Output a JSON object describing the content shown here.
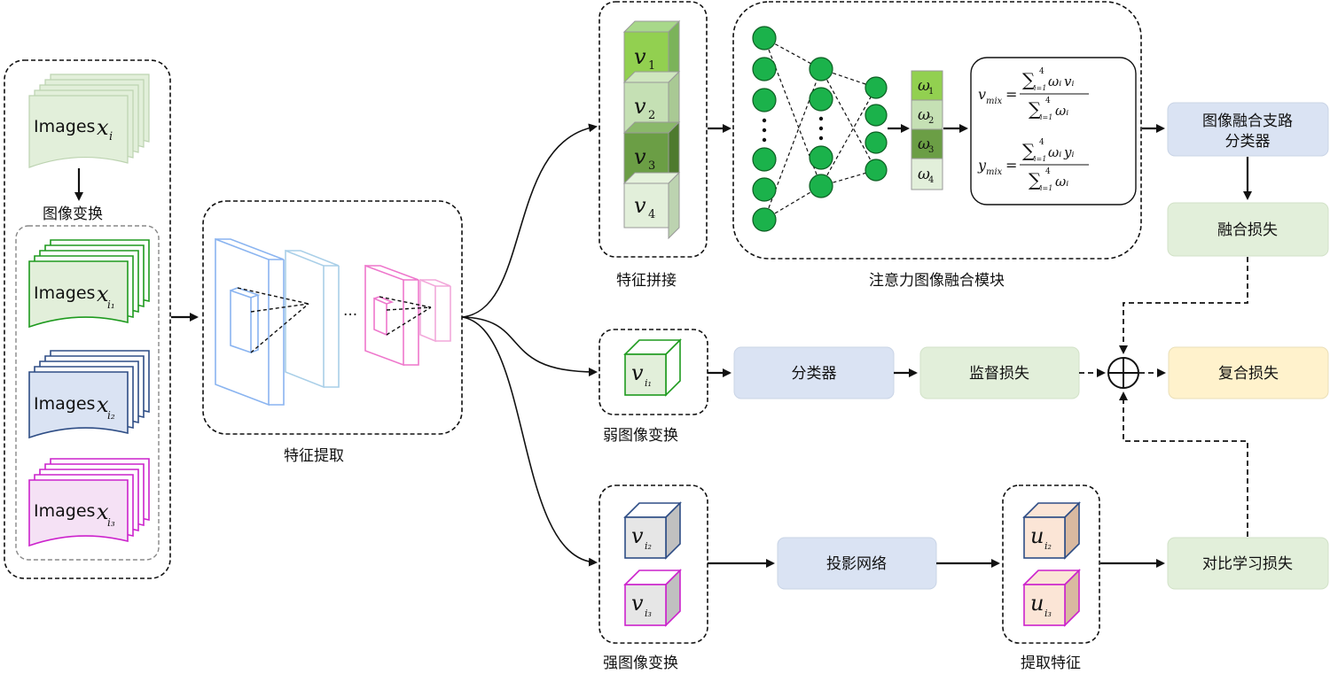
{
  "labels": {
    "image_transform": "图像变换",
    "feature_extract": "特征提取",
    "feature_concat": "特征拼接",
    "attention_module": "注意力图像融合模块",
    "weak_transform": "弱图像变换",
    "strong_transform": "强图像变换",
    "extract_features": "提取特征"
  },
  "boxes": {
    "fusion_classifier_line1": "图像融合支路",
    "fusion_classifier_line2": "分类器",
    "fusion_loss": "融合损失",
    "classifier": "分类器",
    "supervised_loss": "监督损失",
    "composite_loss": "复合损失",
    "projection_net": "投影网络",
    "contrastive_loss": "对比学习损失"
  },
  "images": {
    "word": "Images",
    "var": "x",
    "sub_main": "i",
    "sub_1": "i₁",
    "sub_2": "i₂",
    "sub_3": "i₃"
  },
  "symbols": {
    "v": "v",
    "u": "u",
    "omega": "ω",
    "sub1": "1",
    "sub2": "2",
    "sub3": "3",
    "sub4": "4",
    "sub_i1": "i₁",
    "sub_i2": "i₂",
    "sub_i3": "i₃"
  },
  "formula": {
    "vmix": "v",
    "ymix": "y",
    "mix": "mix",
    "equals": "=",
    "sum": "∑",
    "sum_lower": "i=1",
    "sum_upper": "4",
    "omega_i": "ωᵢ",
    "v_i": "vᵢ",
    "y_i": "yᵢ"
  },
  "colors": {
    "green_dark": "#1e9a1e",
    "blue_dark": "#2e4d85",
    "magenta": "#cc22cc",
    "node_green": "#1bb24b",
    "box_blue": "#dae3f3",
    "box_green": "#e2efda",
    "box_yellow": "#fff2cc"
  }
}
